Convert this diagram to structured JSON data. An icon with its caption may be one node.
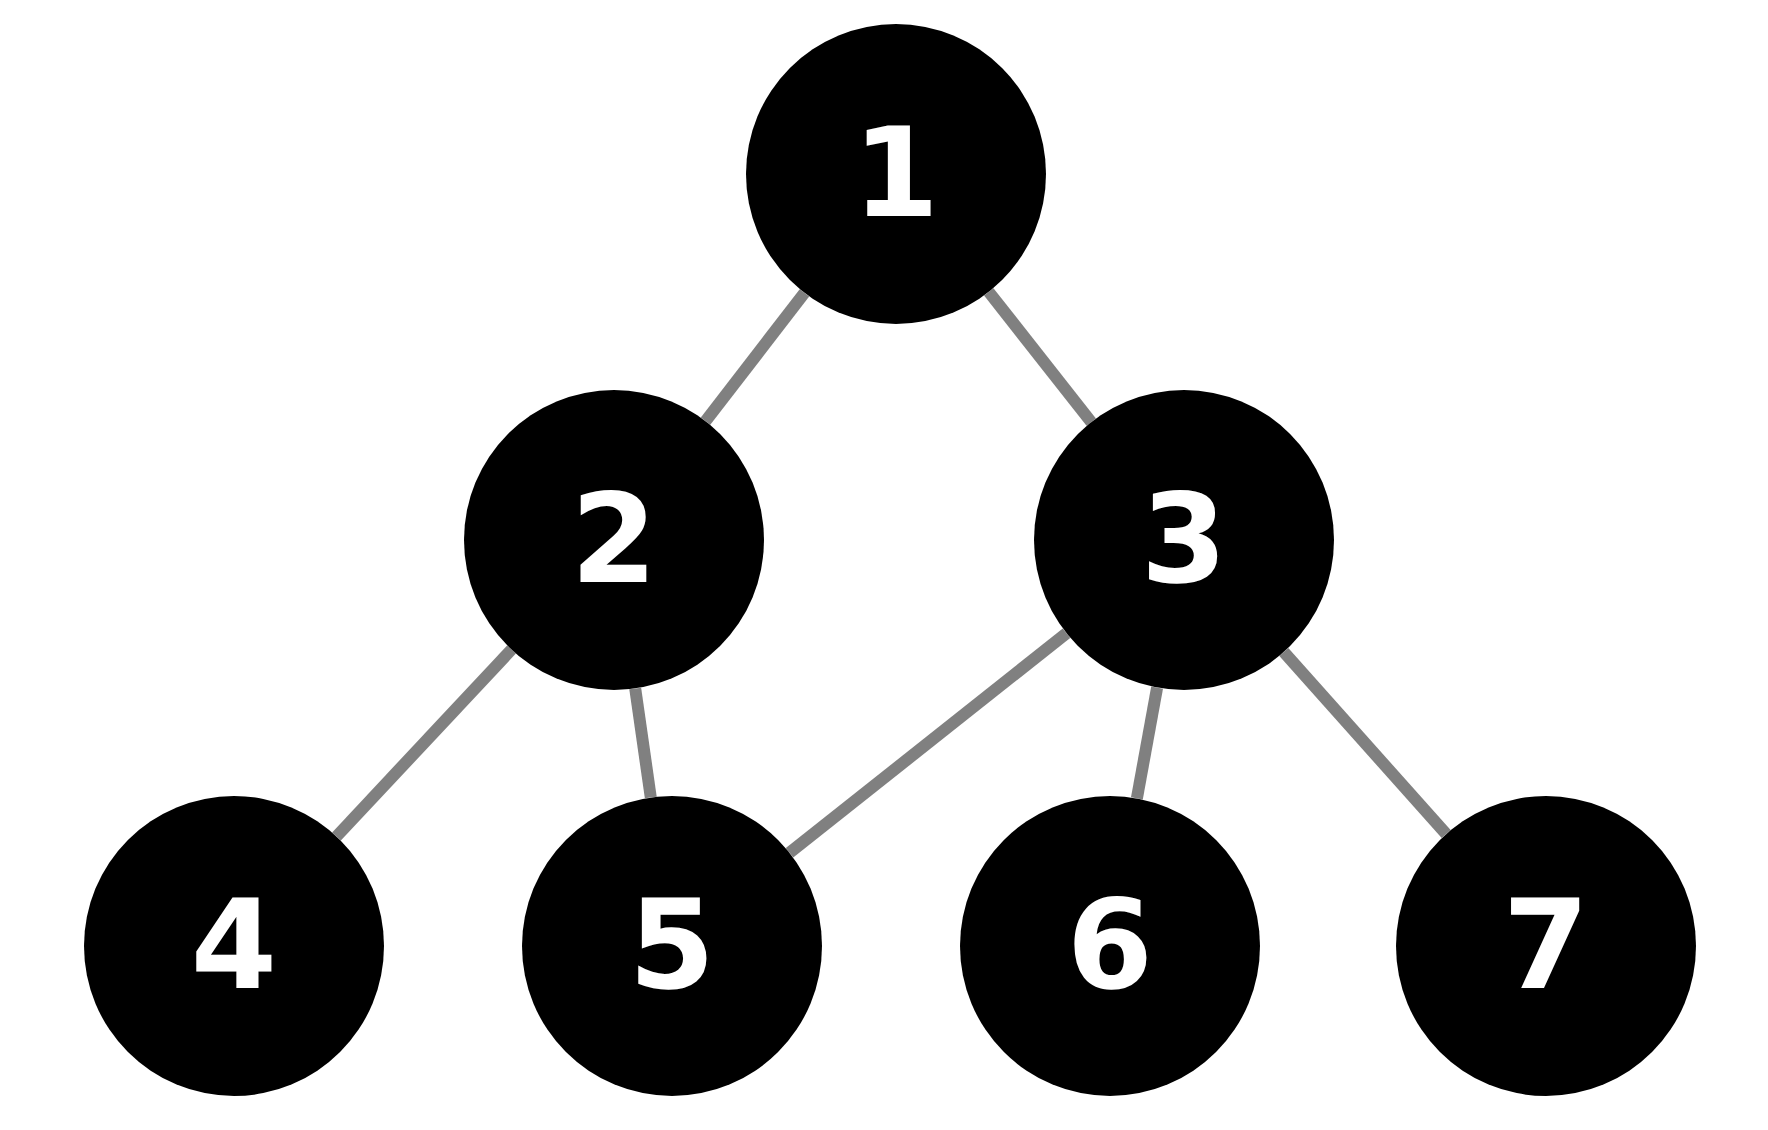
{
  "diagram": {
    "nodes": [
      {
        "text": [
          "1"
        ]
      },
      {
        "text": [
          "2"
        ]
      },
      {
        "text": [
          "3"
        ]
      },
      {
        "text": [
          "4"
        ]
      },
      {
        "text": [
          "5"
        ]
      },
      {
        "text": [
          "6"
        ]
      },
      {
        "text": [
          "7"
        ]
      }
    ],
    "edges": [
      {
        "from": 0,
        "to": 1,
        "arrow": "none"
      },
      {
        "from": 0,
        "to": 2,
        "arrow": "none"
      },
      {
        "from": 1,
        "to": 3,
        "arrow": "none"
      },
      {
        "from": 1,
        "to": 4,
        "arrow": "none"
      },
      {
        "from": 2,
        "to": 4,
        "arrow": "none"
      },
      {
        "from": 2,
        "to": 5,
        "arrow": "none"
      },
      {
        "from": 2,
        "to": 6,
        "arrow": "none"
      }
    ]
  }
}
